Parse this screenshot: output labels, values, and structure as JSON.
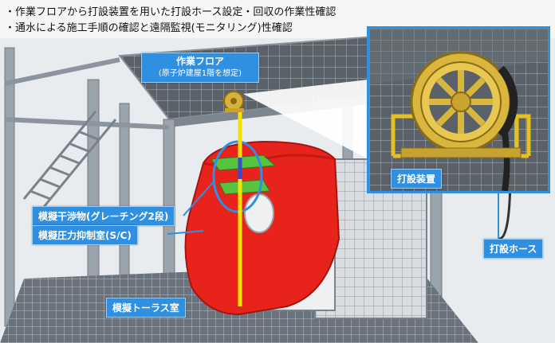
{
  "bullets": [
    "・作業フロアから打設装置を用いた打設ホース設定・回収の作業性確認",
    "・通水による施工手順の確認と遠隔監視(モニタリング)性確認"
  ],
  "labels": {
    "work_floor": "作業フロア",
    "work_floor_sub": "(原子炉建屋1階を想定)",
    "grating": "模擬干渉物(グレーチング2段)",
    "suppression_chamber": "模擬圧力抑制室(S/C)",
    "torus_room": "模擬トーラス室",
    "placement_device": "打設装置",
    "placement_hose": "打設ホース"
  },
  "colors": {
    "accent": "#2f8fe0",
    "chamber_red": "#e8231c",
    "hose_yellow": "#f2e200",
    "steel": "#9aa4ad"
  }
}
